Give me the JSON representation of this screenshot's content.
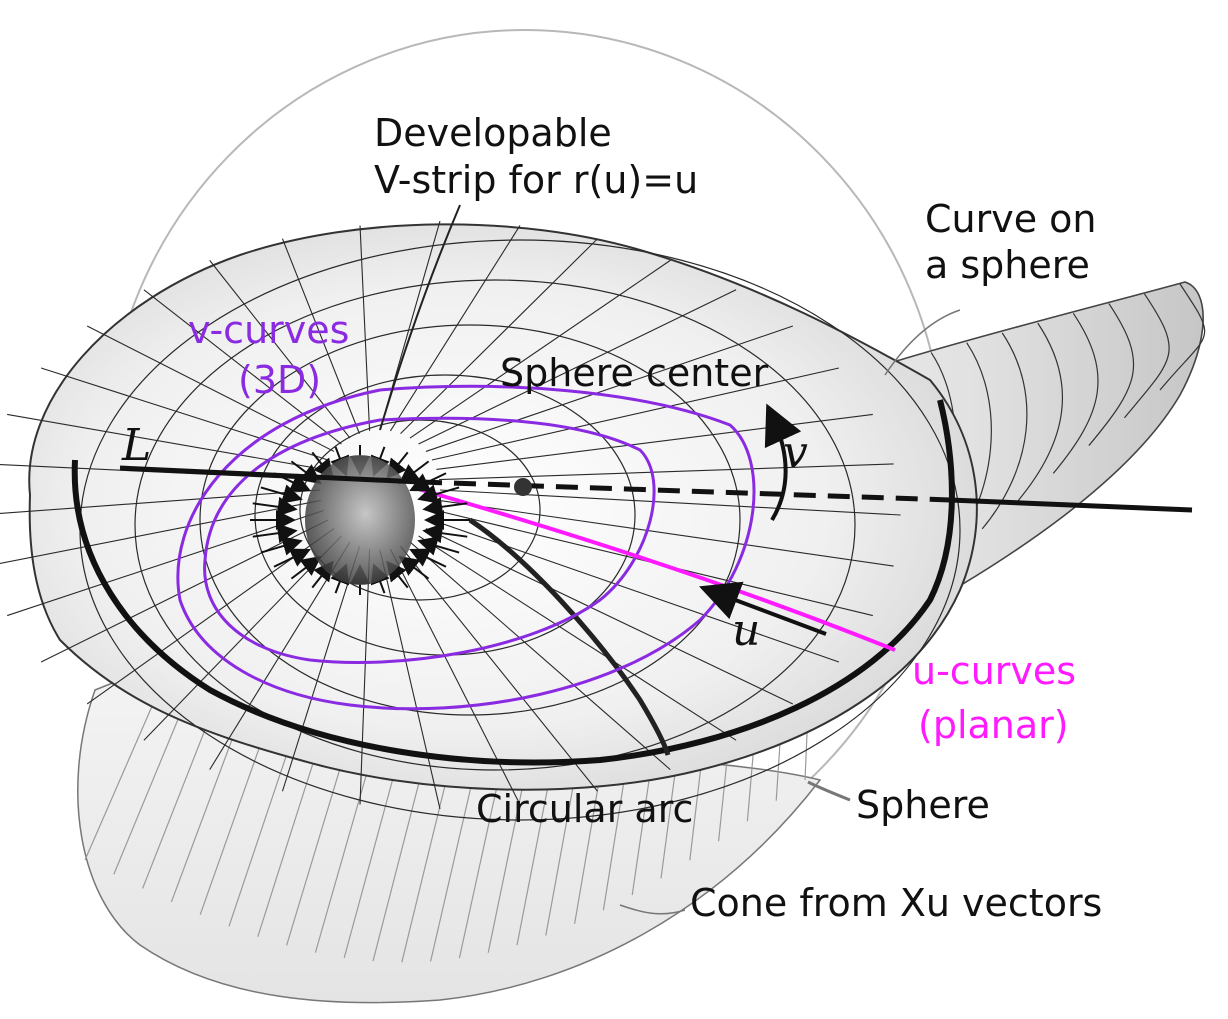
{
  "labels": {
    "developable_l1": "Developable",
    "developable_l2": "V-strip for r(u)=u",
    "curve_on_sphere_l1": "Curve on",
    "curve_on_sphere_l2": "a sphere",
    "v_curves_l1": "v-curves",
    "v_curves_l2": "(3D)",
    "sphere_center": "Sphere center",
    "axis_L": "L",
    "param_v": "v",
    "param_u": "u",
    "u_curves_l1": "u-curves",
    "u_curves_l2": "(planar)",
    "circular_arc": "Circular arc",
    "sphere": "Sphere",
    "cone": "Cone from Xu vectors"
  },
  "colors": {
    "v_curves": "#8a2be2",
    "u_curves": "#ff1aff",
    "ink": "#111111",
    "surface_fill": "#e9e9e9",
    "sphere_outline": "#b8b8b8"
  }
}
